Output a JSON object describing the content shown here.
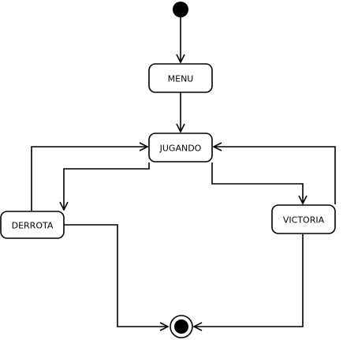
{
  "diagram": {
    "type": "uml-state-machine",
    "states": [
      {
        "id": "menu",
        "label": "MENU"
      },
      {
        "id": "jugando",
        "label": "JUGANDO"
      },
      {
        "id": "derrota",
        "label": "DERROTA"
      },
      {
        "id": "victoria",
        "label": "VICTORIA"
      }
    ],
    "transitions": [
      {
        "from": "initial",
        "to": "menu"
      },
      {
        "from": "menu",
        "to": "jugando"
      },
      {
        "from": "jugando",
        "to": "derrota"
      },
      {
        "from": "derrota",
        "to": "jugando"
      },
      {
        "from": "jugando",
        "to": "victoria"
      },
      {
        "from": "victoria",
        "to": "jugando"
      },
      {
        "from": "derrota",
        "to": "final"
      },
      {
        "from": "victoria",
        "to": "final"
      }
    ]
  }
}
